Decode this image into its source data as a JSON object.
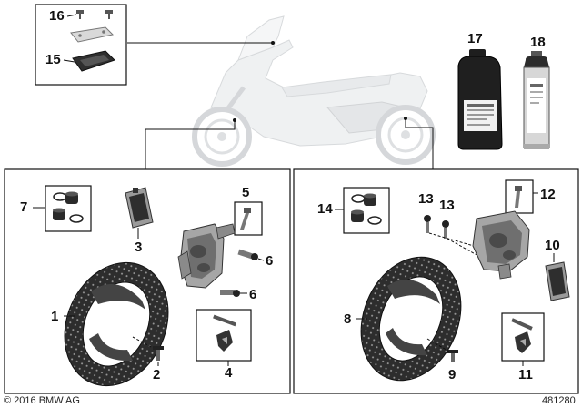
{
  "callouts": {
    "c1": "1",
    "c2": "2",
    "c3": "3",
    "c4": "4",
    "c5": "5",
    "c6a": "6",
    "c6b": "6",
    "c7": "7",
    "c8": "8",
    "c9": "9",
    "c10": "10",
    "c11": "11",
    "c12": "12",
    "c13a": "13",
    "c13b": "13",
    "c14": "14",
    "c15": "15",
    "c16": "16",
    "c17": "17",
    "c18": "18"
  },
  "footer": {
    "copyright": "© 2016 BMW AG",
    "diagram_number": "481280"
  },
  "colors": {
    "line": "#111111",
    "scooter_tint": "#e6e8ea",
    "part_dark": "#3a3a3a",
    "part_mid": "#8a8a8a",
    "part_light": "#c8c8c8"
  }
}
